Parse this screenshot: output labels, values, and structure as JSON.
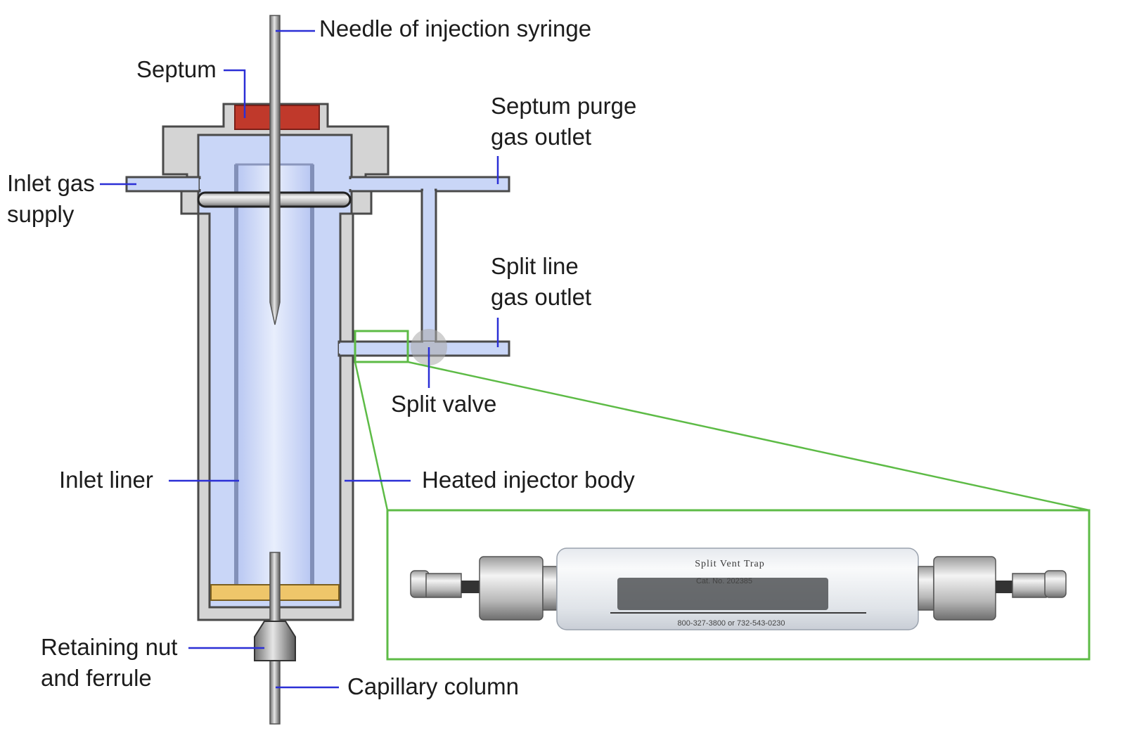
{
  "labels": {
    "needle": "Needle of injection syringe",
    "septum": "Septum",
    "septum_purge_line1": "Septum purge",
    "septum_purge_line2": "gas outlet",
    "inlet_gas_line1": "Inlet gas",
    "inlet_gas_line2": "supply",
    "split_line_line1": "Split line",
    "split_line_line2": "gas outlet",
    "split_valve": "Split valve",
    "inlet_liner": "Inlet liner",
    "heated_body": "Heated injector body",
    "retaining_line1": "Retaining nut",
    "retaining_line2": "and ferrule",
    "capillary": "Capillary column"
  },
  "trap_photo": {
    "title": "Split Vent Trap",
    "cat_no": "Cat. No. 202385",
    "phone": "800-327-3800 or 732-543-0230"
  },
  "colors": {
    "label_leader": "#2b2fd6",
    "body_gray": "#d4d4d4",
    "body_outline": "#4a4a4a",
    "liner_blue": "#c9d6f7",
    "septum_red": "#c0392b",
    "frit_yellow": "#efc66a",
    "zoom_green": "#5dbb46"
  }
}
